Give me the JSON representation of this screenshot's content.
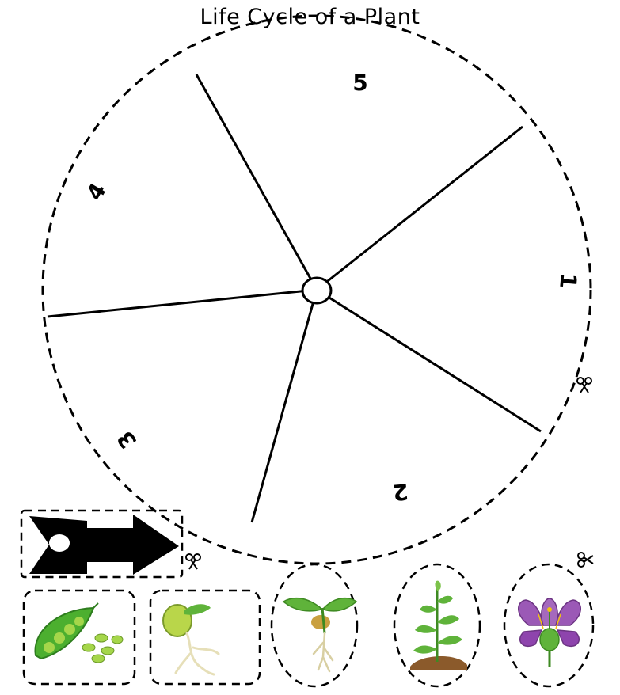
{
  "title": "Life Cycle of a Plant",
  "wheel": {
    "segment_numbers": [
      "1",
      "2",
      "3",
      "4",
      "5"
    ]
  },
  "icons": {
    "scissors": "scissors-icon",
    "arrow": "arrow-pointer",
    "stage_1": "pea-pod-seeds",
    "stage_2": "germinating-seed",
    "stage_3": "sprout",
    "stage_4": "young-plant",
    "stage_5": "purple-flower"
  },
  "colors": {
    "outline": "#000000",
    "leaf_green": "#5fb33a",
    "pea_green": "#8fc23a",
    "soil_brown": "#8b5a2b",
    "flower_purple": "#9b59b6",
    "root_cream": "#efe6c0"
  }
}
